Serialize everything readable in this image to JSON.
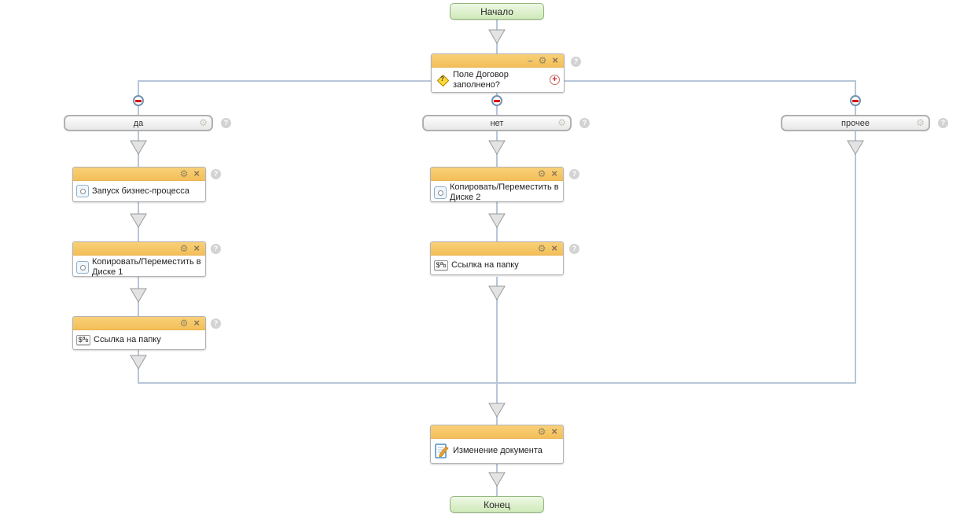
{
  "flow": {
    "start_label": "Начало",
    "end_label": "Конец",
    "condition_title": "Поле Договор заполнено?",
    "branches": [
      {
        "label": "да",
        "blocks": [
          {
            "title": "Запуск бизнес-процесса"
          },
          {
            "title": "Копировать/Переместить в Диске 1"
          },
          {
            "title": "Ссылка на папку"
          }
        ]
      },
      {
        "label": "нет",
        "blocks": [
          {
            "title": "Копировать/Переместить в Диске 2"
          },
          {
            "title": "Ссылка на папку"
          }
        ]
      },
      {
        "label": "прочее",
        "blocks": []
      }
    ],
    "final_block_title": "Изменение документа"
  },
  "icons": {
    "gear": "⚙",
    "close": "×",
    "minimize": "–",
    "help": "?",
    "plus": "+",
    "diamond_question": "?",
    "var_dollar": "$",
    "var_a": "a",
    "var_b": "b"
  },
  "colors": {
    "block_header_orange": "#f6c665",
    "terminal_green": "#d8eec2",
    "connector_blue": "#b7c6d9",
    "minus_red": "#dd0000"
  }
}
